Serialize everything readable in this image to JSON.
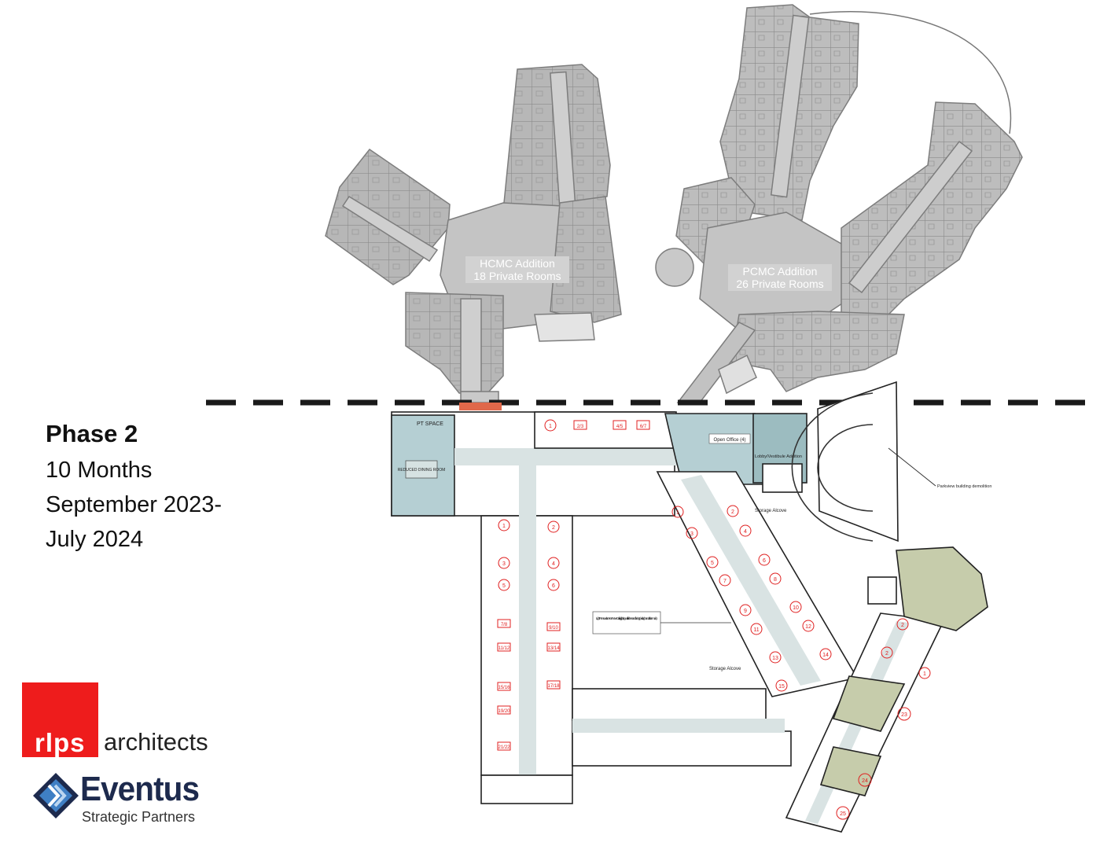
{
  "phase": {
    "title": "Phase 2",
    "duration": "10 Months",
    "dates_line1": "September 2023-",
    "dates_line2": "July 2024"
  },
  "additions": [
    {
      "name": "HCMC Addition",
      "rooms": "18 Private Rooms"
    },
    {
      "name": "PCMC Addition",
      "rooms": "26 Private Rooms"
    }
  ],
  "plan_labels": {
    "pt_space": "PT SPACE",
    "reduced_dining": "REDUCED DINING ROOM",
    "open_office": "Open Office (4)",
    "lobby": "Lobby/Vestibule Addition",
    "storage_alcove_1": "Storage Alcove",
    "storage_alcove_2": "Storage Alcove",
    "parkview_demolition": "Parkview building demolition",
    "renovation_note": "Light Renovation Area: New Ceiling, lighting, wall finishes and flooring (existing handrail to remain)"
  },
  "room_numbers": {
    "top_row": [
      "1",
      "2/3",
      "4/5",
      "6/7"
    ],
    "left_outer": [
      "1",
      "3",
      "5",
      "7/8",
      "11/12",
      "15/16",
      "19/20",
      "21/22"
    ],
    "left_inner": [
      "2",
      "4",
      "6",
      "9/10",
      "13/14",
      "17/18"
    ],
    "diag_outer": [
      "1",
      "3",
      "5",
      "7",
      "9",
      "11",
      "13",
      "15"
    ],
    "diag_inner": [
      "2",
      "4",
      "6",
      "8",
      "10",
      "12",
      "14"
    ],
    "east_wing": [
      "2",
      "2",
      "1",
      "23",
      "24",
      "25"
    ]
  },
  "logos": {
    "rlps_word": "rlps",
    "rlps_suffix": "architects",
    "eventus_name": "Eventus",
    "eventus_tagline": "Strategic Partners"
  },
  "colors": {
    "addition_gray": "#b4b4b4",
    "addition_stroke": "#7d7d7d",
    "corridor": "#d9e3e3",
    "teal_area": "#b5cfd3",
    "olive_area": "#c6ccab",
    "room_number_red": "#e02020",
    "phase_line": "#1a1a1a",
    "rlps_red": "#ee1c1c",
    "eventus_navy": "#1d2a4d"
  }
}
